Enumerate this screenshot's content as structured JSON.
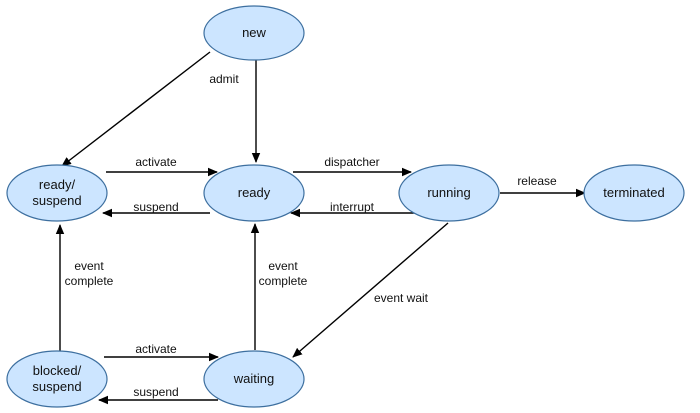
{
  "diagram": {
    "colors": {
      "node_fill": "#cce5ff",
      "node_stroke": "#3d6f9f",
      "edge": "#000000"
    },
    "nodes": {
      "new": "new",
      "ready_suspend": [
        "ready/",
        "suspend"
      ],
      "ready": "ready",
      "running": "running",
      "terminated": "terminated",
      "blocked_suspend": [
        "blocked/",
        "suspend"
      ],
      "waiting": "waiting"
    },
    "edges": {
      "admit": "admit",
      "activate_top": "activate",
      "suspend_top": "suspend",
      "dispatcher": "dispatcher",
      "interrupt": "interrupt",
      "release": "release",
      "event_complete_left": [
        "event",
        "complete"
      ],
      "event_complete_mid": [
        "event",
        "complete"
      ],
      "event_wait": "event wait",
      "activate_bottom": "activate",
      "suspend_bottom": "suspend"
    }
  }
}
